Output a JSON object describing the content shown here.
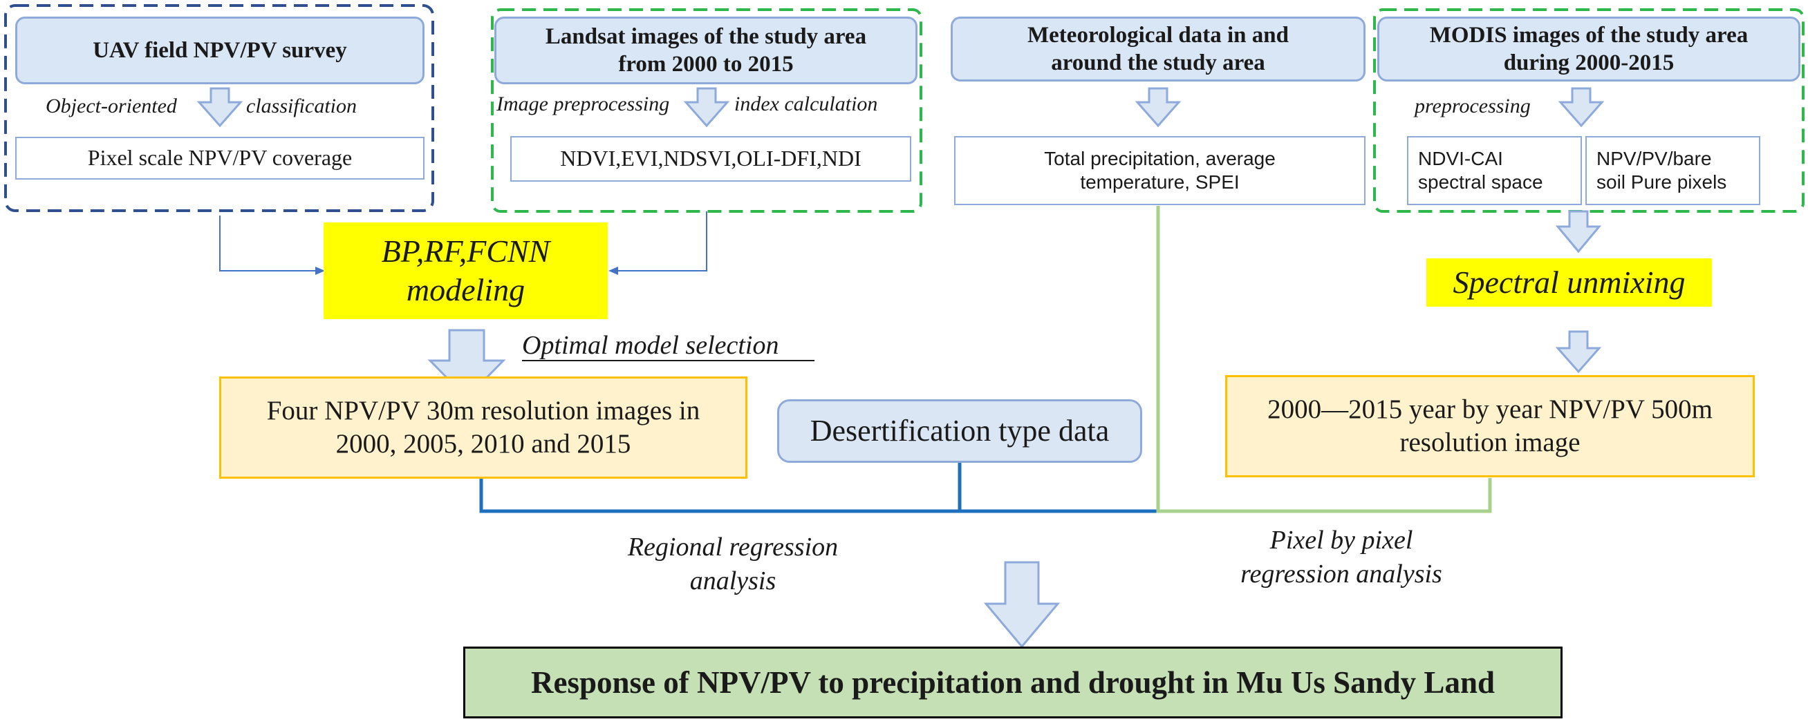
{
  "uav": {
    "title": "UAV field NPV/PV survey",
    "step_left": "Object-oriented",
    "step_right": "classification",
    "output": "Pixel scale NPV/PV coverage"
  },
  "landsat": {
    "title_line1": "Landsat images of the study area",
    "title_line2": "from 2000 to 2015",
    "step_left": "Image preprocessing",
    "step_right": "index calculation",
    "output": "NDVI,EVI,NDSVI,OLI-DFI,NDI"
  },
  "meteo": {
    "title_line1": "Meteorological data in and",
    "title_line2": "around the study area",
    "output_line1": "Total precipitation, average",
    "output_line2": "temperature, SPEI"
  },
  "modis": {
    "title_line1": "MODIS images of the study area",
    "title_line2": "during 2000-2015",
    "step_left": "preprocessing",
    "output_a_line1": "NDVI-CAI",
    "output_a_line2": "spectral space",
    "output_b_line1": "NPV/PV/bare",
    "output_b_line2": "soil Pure pixels"
  },
  "modeling": {
    "line1": "BP,RF,FCNN",
    "line2": "modeling",
    "selection": "Optimal model selection"
  },
  "unmixing": {
    "label": "Spectral unmixing"
  },
  "landsat_result": {
    "line1": "Four NPV/PV 30m resolution images in",
    "line2": "2000, 2005, 2010 and 2015"
  },
  "desertification": {
    "label": "Desertification type data"
  },
  "modis_result": {
    "line1": "2000—2015 year by year NPV/PV 500m",
    "line2": "resolution image"
  },
  "regional": {
    "line1": "Regional regression",
    "line2": "analysis"
  },
  "pixel": {
    "line1": "Pixel by pixel",
    "line2": "regression analysis"
  },
  "final": {
    "label": "Response of NPV/PV to precipitation and drought in Mu Us Sandy Land"
  },
  "colors": {
    "header_fill": "#d9e6f5",
    "header_border": "#8eaadb",
    "arrow_fill": "#dae6f4",
    "highlight_yellow": "#ffff00",
    "result_fill": "#fff2cc",
    "result_border": "#ffc000",
    "final_fill": "#c5e0b4",
    "navy_dash": "#2f4f8f",
    "green_dash": "#2eb84c",
    "blue_line": "#4472c4",
    "strong_blue": "#1f6fbf",
    "light_green": "#a9d18e"
  }
}
